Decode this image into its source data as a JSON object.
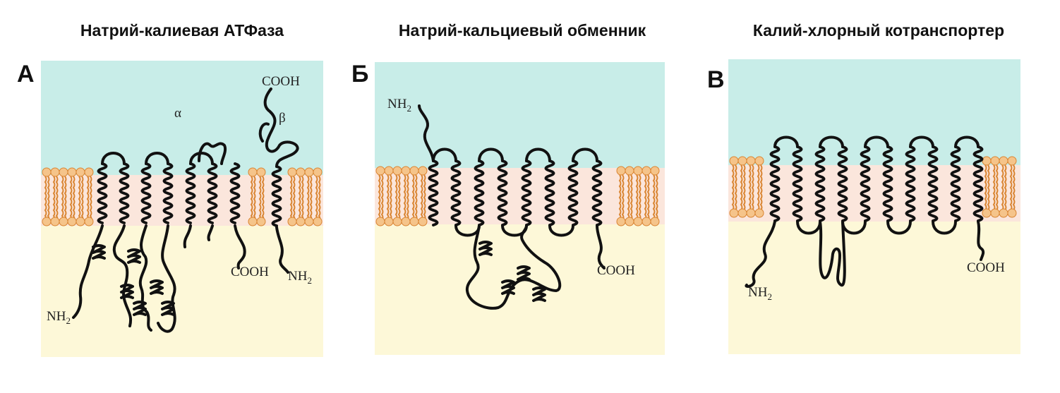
{
  "panels": [
    {
      "title": "Натрий-калиевая АТФаза",
      "letter": "А",
      "labels": {
        "alpha": "α",
        "beta": "β",
        "cooh_top": "COOH",
        "cooh_bottom": "COOH",
        "nh2_left": "NH",
        "nh2_right": "NH",
        "sub2": "2"
      }
    },
    {
      "title": "Натрий-кальциевый обменник",
      "letter": "Б",
      "labels": {
        "nh2": "NH",
        "cooh": "COOH",
        "sub2": "2"
      }
    },
    {
      "title": "Калий-хлорный котранспортер",
      "letter": "В",
      "labels": {
        "nh2": "NH",
        "cooh": "COOH",
        "sub2": "2"
      }
    }
  ],
  "colors": {
    "extracellular": "#c8ede8",
    "intracellular": "#fdf8d8",
    "lipid_head": "#f5c48a",
    "lipid_tail": "#d98532",
    "protein": "#111111"
  }
}
